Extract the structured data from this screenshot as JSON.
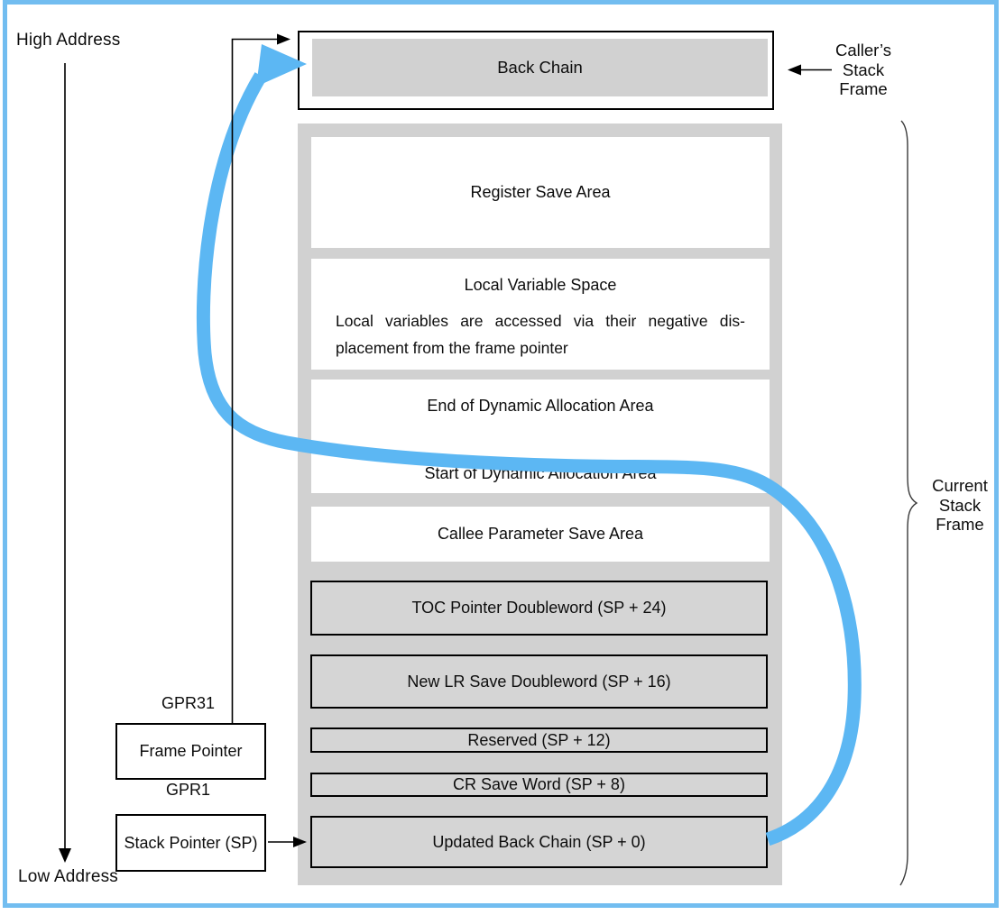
{
  "labels": {
    "high_address": "High Address",
    "low_address": "Low Address",
    "gpr31": "GPR31",
    "gpr1": "GPR1",
    "frame_pointer": "Frame Pointer",
    "stack_pointer": "Stack Pointer (SP)",
    "callers_stack_frame": {
      "line1": "Caller’s",
      "line2": "Stack",
      "line3": "Frame"
    },
    "current_stack_frame": {
      "line1": "Current",
      "line2": "Stack",
      "line3": "Frame"
    }
  },
  "caller_frame_box": {
    "back_chain": "Back Chain"
  },
  "current_frame_boxes": {
    "register_save_area": "Register Save Area",
    "local_variable_space": {
      "title": "Local Variable Space",
      "desc_line1": "Local variables are accessed via their negative dis-",
      "desc_line2": "placement from the frame pointer"
    },
    "dynamic_allocation": {
      "end": "End of Dynamic Allocation Area",
      "start": "Start of Dynamic Allocation Area"
    },
    "callee_parameter_save_area": "Callee Parameter Save Area",
    "toc_pointer": "TOC Pointer Doubleword (SP + 24)",
    "new_lr_save": "New LR Save Doubleword (SP + 16)",
    "reserved": "Reserved (SP + 12)",
    "cr_save_word": "CR Save Word (SP + 8)",
    "updated_back_chain": "Updated Back Chain (SP + 0)"
  },
  "colors": {
    "arrow_blue": "#5CB7F3",
    "frame_border_blue": "#72BDF0",
    "container_gray": "#D1D1D1",
    "box_gray": "#D5D5D5"
  }
}
